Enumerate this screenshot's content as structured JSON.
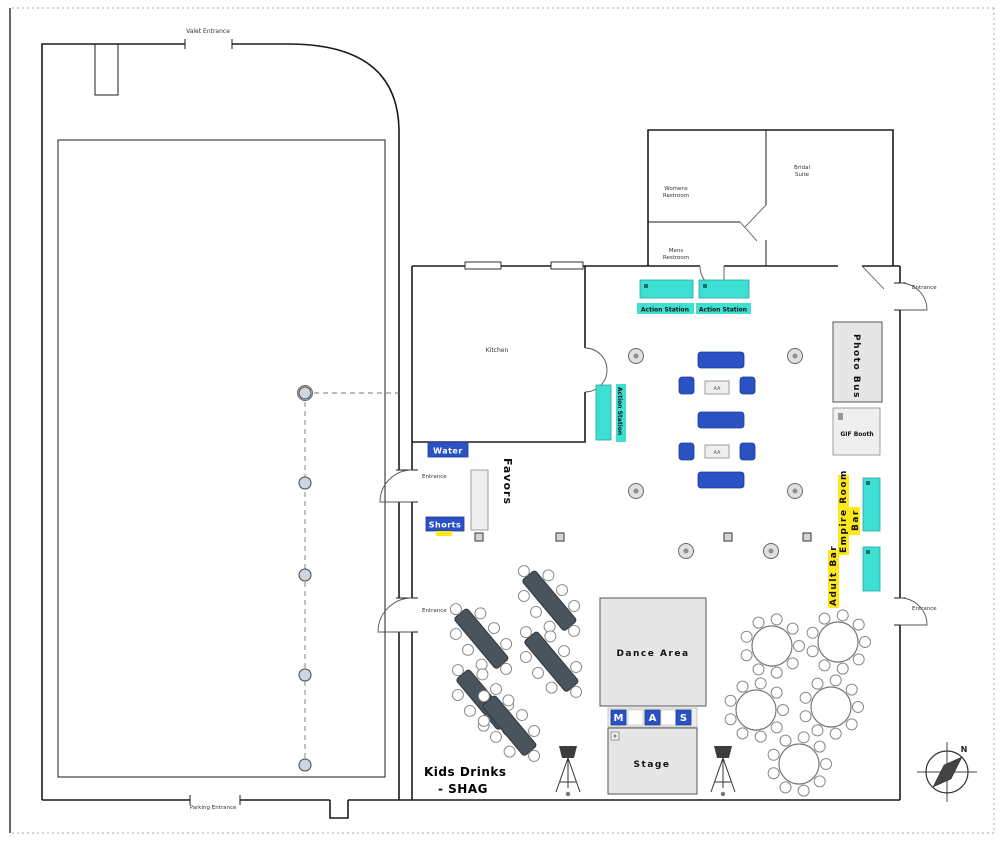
{
  "colors": {
    "accent_cyan": "#3fe0d4",
    "accent_yellow": "#ffe81a",
    "accent_blue": "#2a52c4",
    "wall": "#1b1b1b",
    "area_gray": "#e6e6e6",
    "table_dark": "#4a545c"
  },
  "entrances": {
    "valet": "Valet Entrance",
    "parking": "Parking Entrance",
    "left_top": "Entrance",
    "left_bottom": "Entrance",
    "right_top": "Entrance",
    "right_bottom": "Entrance"
  },
  "rooms": {
    "kitchen": "Kitchen",
    "womens_restroom_1": "Womens",
    "womens_restroom_2": "Restroom",
    "mens_restroom_1": "Mens",
    "mens_restroom_2": "Restroom",
    "bridal_suite_1": "Bridal",
    "bridal_suite_2": "Suite"
  },
  "stations": {
    "action_station_1": "Action Station",
    "action_station_2": "Action Station",
    "action_station_3": "Action Station",
    "photo_bus": "Photo Bus",
    "gif_booth": "GIF Booth",
    "empire_bar_1": "Empire Room",
    "empire_bar_2": "Bar",
    "adult_bar": "Adult Bar",
    "water": "Water",
    "favors": "Favors",
    "shorts": "Shorts",
    "kids_drinks_1": "Kids Drinks",
    "kids_drinks_2": "- SHAG"
  },
  "areas": {
    "dance_area": "Dance Area",
    "stage": "Stage"
  },
  "marquee": {
    "letters": [
      "M",
      "A",
      "S"
    ]
  },
  "lounge": {
    "table_label": "AA"
  },
  "compass": {
    "north": "N"
  }
}
